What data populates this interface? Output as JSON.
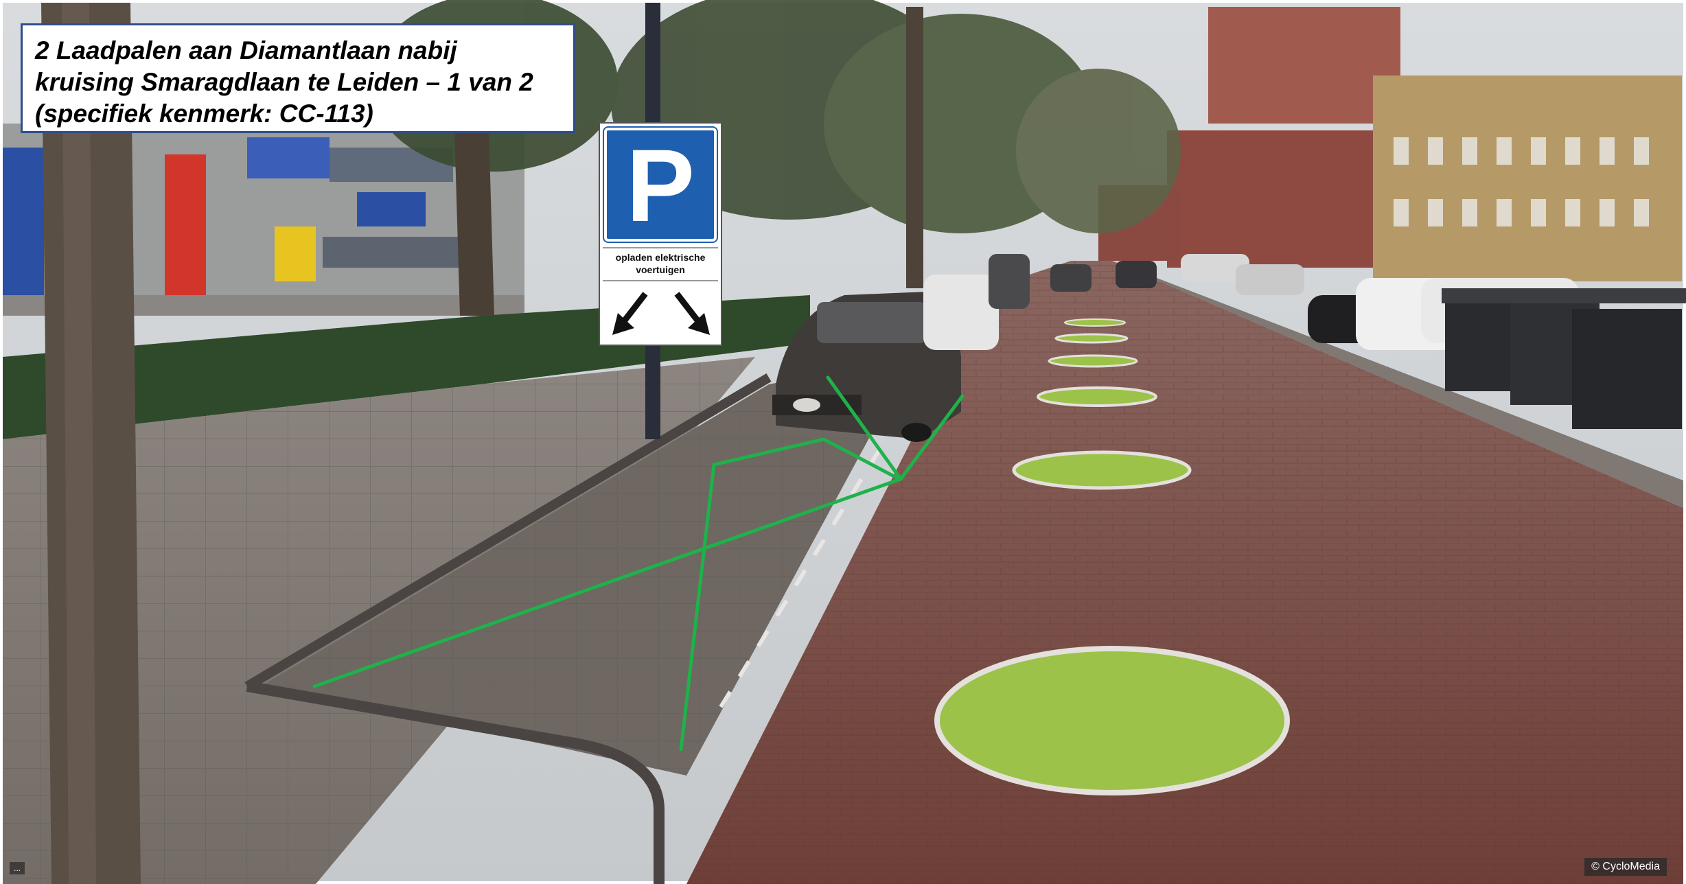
{
  "title": "2 Laadpalen aan Diamantlaan nabij kruising Smaragdlaan te Leiden – 1 van 2 (specifiek kenmerk: CC-113)",
  "sign": {
    "symbol": "P",
    "subtext": "opladen elektrische voertuigen",
    "arrows": [
      "arrow-down-left-icon",
      "arrow-down-right-icon"
    ]
  },
  "credit": "© CycloMedia",
  "corner_label": "...",
  "colors": {
    "marking_green": "#1fb24a",
    "circle_fill": "#9cc24a",
    "sign_blue": "#1f5fb0",
    "title_border": "#2f4d8a",
    "road_brick": "#7a4a42"
  }
}
